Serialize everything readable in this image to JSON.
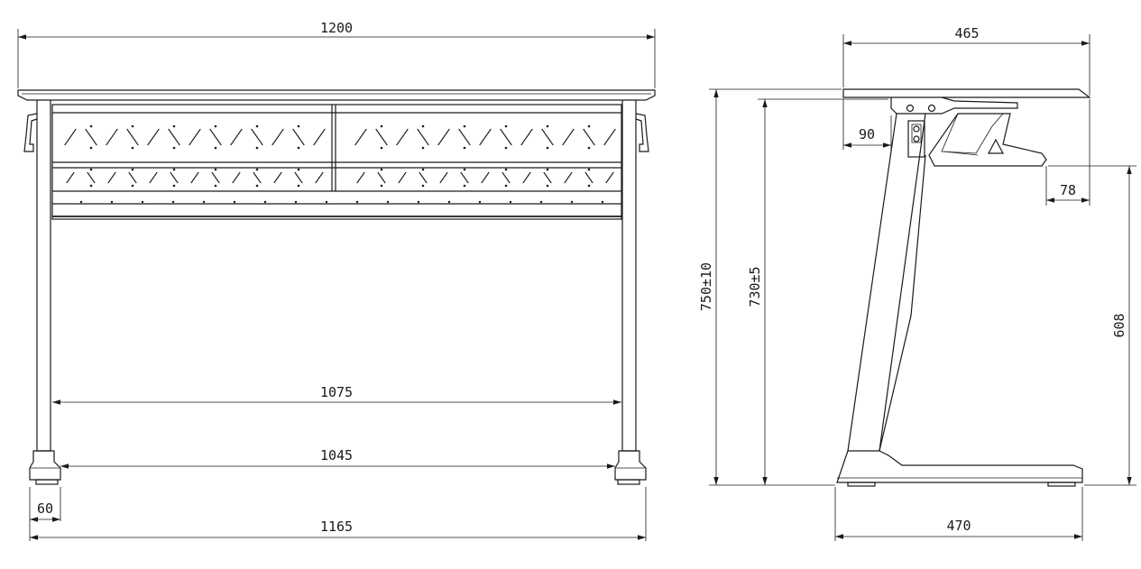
{
  "front_view": {
    "overall_width": "1200",
    "inner_rail_width": "1075",
    "inner_foot_width": "1045",
    "base_width": "1165",
    "foot_width": "60"
  },
  "side_view": {
    "top_depth": "465",
    "total_height": "750±10",
    "surface_height": "730±5",
    "front_offset": "90",
    "hook_offset": "78",
    "hook_height": "608",
    "base_depth": "470"
  },
  "colors": {
    "line": "#1a1a1a",
    "background": "#ffffff"
  }
}
